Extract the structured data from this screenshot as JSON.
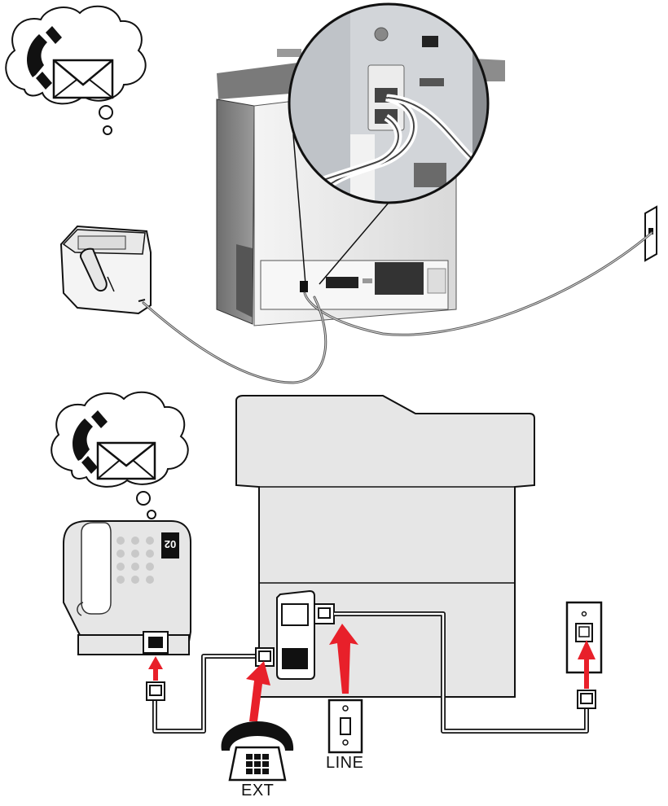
{
  "panel_label": "02",
  "ports": {
    "line_label": "LINE",
    "ext_label": "EXT"
  },
  "colors": {
    "arrow": "#e8202a",
    "printer_gray": "#e6e6e6",
    "outline": "#111111",
    "cable": "#555555"
  },
  "icons": [
    "phone-handset-icon",
    "envelope-icon",
    "wall-jack-icon",
    "telephone-icon",
    "arrow-icon"
  ]
}
